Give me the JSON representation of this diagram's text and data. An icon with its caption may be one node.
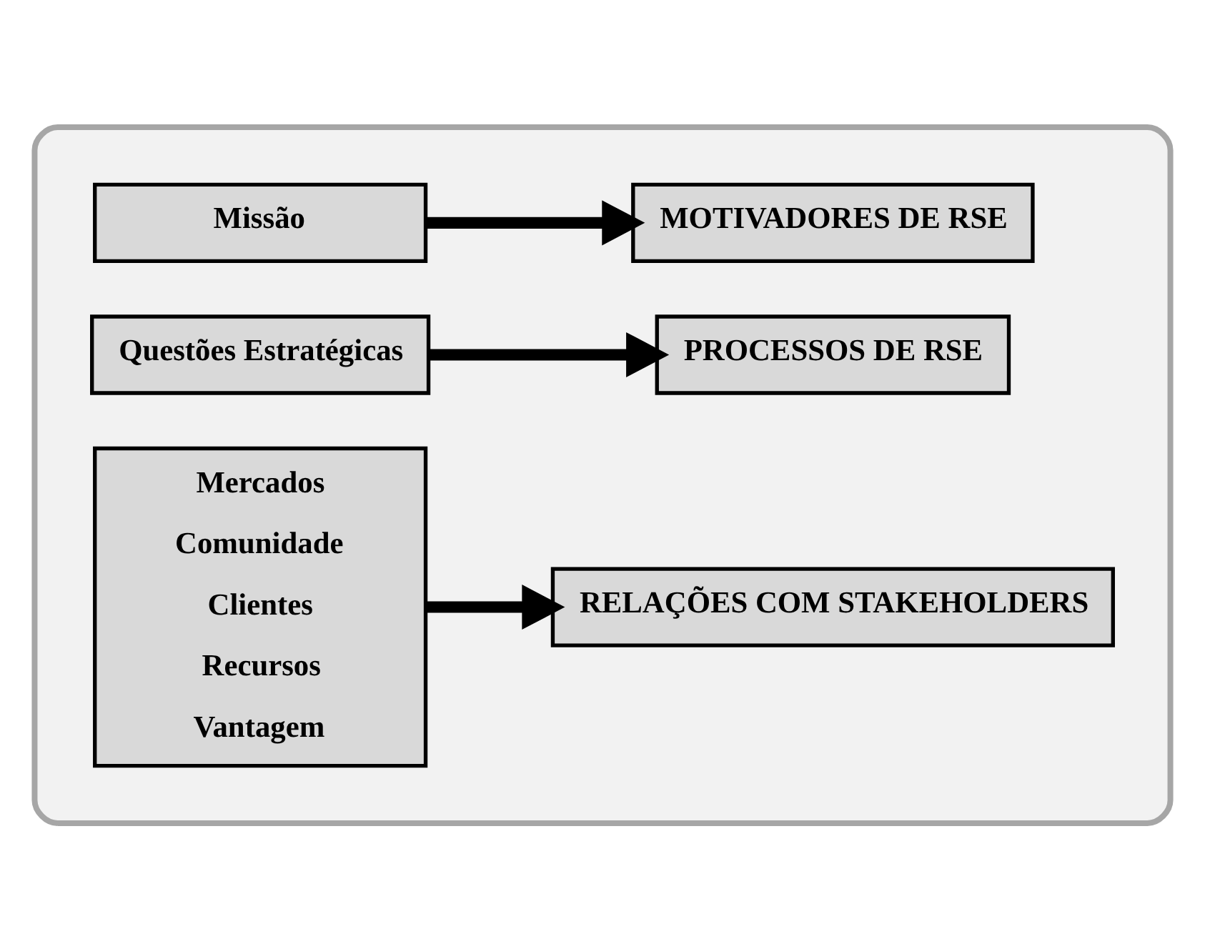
{
  "diagram": {
    "nodes": [
      {
        "text": [],
        "shape": "box"
      },
      {
        "text": [
          "Missão"
        ],
        "in": 0
      },
      {
        "text": [
          "MOTIVADORES DE RSE"
        ],
        "in": 0
      },
      {
        "text": [
          "Questões Estratégicas"
        ],
        "in": 0
      },
      {
        "text": [
          "PROCESSOS DE RSE"
        ],
        "in": 0
      },
      {
        "text": [
          "Mercados",
          "Comunidade",
          "Clientes",
          "Recursos",
          "Vantagem"
        ],
        "in": 0
      },
      {
        "text": [
          "RELAÇÕES COM STAKEHOLDERS"
        ],
        "in": 0
      }
    ],
    "edges": [
      {
        "from": 1,
        "to": 2,
        "arrow": "to"
      },
      {
        "from": 3,
        "to": 4,
        "arrow": "to"
      },
      {
        "from": 5,
        "to": 6,
        "arrow": "to"
      }
    ]
  }
}
